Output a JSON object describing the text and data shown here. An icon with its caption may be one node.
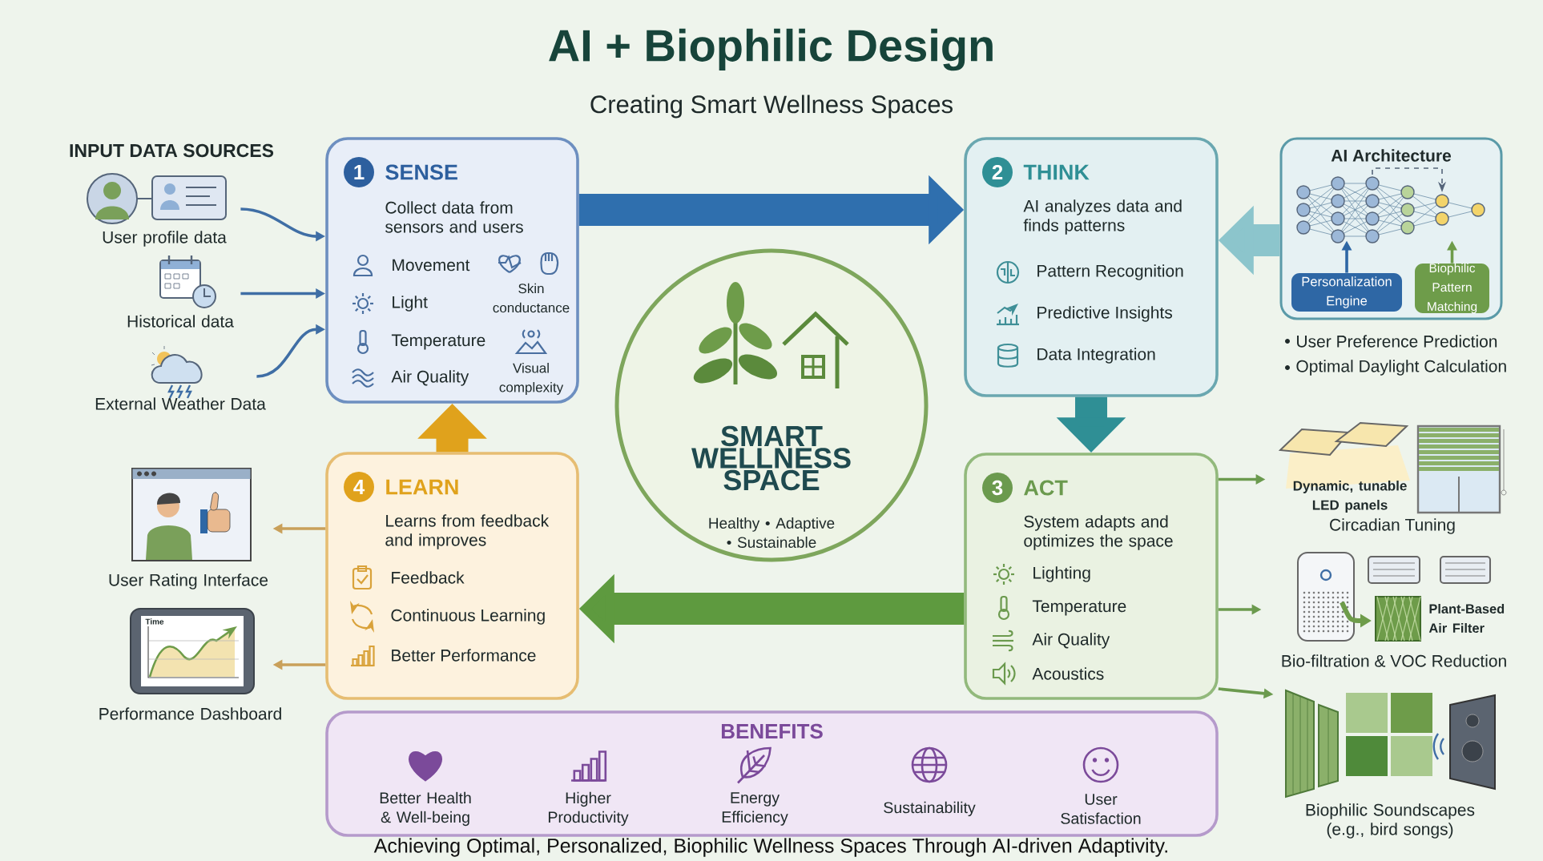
{
  "diagram": {
    "title": "AI + Biophilic Design",
    "caption": "Achieving Optimal, Personalized, Biophilic Wellness Spaces Through AI-driven Adaptivity.",
    "nodes": [
      {
        "text": [
          "User profile data"
        ]
      },
      {
        "text": [
          "Historical data"
        ]
      },
      {
        "text": [
          "External Weather Data"
        ]
      },
      {
        "text": [
          "1",
          "SENSE",
          "Collect data from sensors and users",
          "Movement",
          "Light",
          "Temperature",
          "Air Quality",
          "Skin conductance",
          "Visual complexity"
        ]
      },
      {
        "text": [
          "2",
          "THINK",
          "AI analyzes data and finds patterns",
          "Pattern Recognition",
          "Predictive Insights",
          "Data Integration"
        ]
      },
      {
        "text": [
          "AI Architecture"
        ]
      },
      {
        "text": [],
        "shape": "picture",
        "in": 5
      },
      {
        "text": [
          "Personalization Engine"
        ],
        "in": 5
      },
      {
        "text": [
          "Biophilic Pattern Matching"
        ],
        "in": 5
      },
      {
        "text": [
          "SMART WELLNESS SPACE",
          "Healthy • Adaptive • Sustainable"
        ]
      },
      {
        "text": [
          "User Rating Interface"
        ]
      },
      {
        "text": [
          "Performance Dashboard"
        ]
      },
      {
        "text": [
          "4",
          "LEARN",
          "Learns from feedback and improves",
          "Feedback",
          "Continuous Learning",
          "Better Performance"
        ]
      },
      {
        "text": [
          "3",
          "ACT",
          "System adapts and optimizes the space",
          "Lighting",
          "Temperature",
          "Air Quality",
          "Acoustics"
        ]
      },
      {
        "text": [
          "Dynamic, tunable LED panels",
          "Circadian Tuning"
        ]
      },
      {
        "text": [
          "Plant-Based Air Filter",
          "Bio-filtration & VOC Reduction"
        ]
      },
      {
        "text": [
          "Biophilic Soundscapes (e.g., bird songs)"
        ]
      },
      {
        "text": [
          "BENEFITS",
          "Better Health & Well-being",
          "Higher Productivity",
          "Energy Efficiency",
          "Sustainability",
          "User Satisfaction"
        ]
      }
    ],
    "edges": [
      {
        "from": 0,
        "to": 3,
        "arrow": "to",
        "color": "#3f6ea5"
      },
      {
        "from": 1,
        "to": 3,
        "arrow": "to",
        "color": "#3f6ea5"
      },
      {
        "from": 2,
        "to": 3,
        "arrow": "to",
        "color": "#3f6ea5"
      },
      {
        "from": 3,
        "to": 4,
        "arrow": "to",
        "style": "thick",
        "color": "#2f6fae"
      },
      {
        "from": 5,
        "to": 4,
        "arrow": "to",
        "style": "thick",
        "color": "#8cc5cc"
      },
      {
        "from": 7,
        "to": 6,
        "arrow": "to",
        "color": "#2e67a5"
      },
      {
        "from": 8,
        "to": 6,
        "arrow": "to",
        "color": "#6e9c4a"
      },
      {
        "from": 4,
        "to": 13,
        "arrow": "to",
        "style": "thick",
        "color": "#2f8f95"
      },
      {
        "from": 13,
        "to": 12,
        "arrow": "to",
        "style": "thick",
        "color": "#5e9a3f"
      },
      {
        "from": 12,
        "to": 3,
        "arrow": "to",
        "style": "thick",
        "color": "#e0a21c"
      },
      {
        "from": 12,
        "to": 10,
        "arrow": "to",
        "color": "#c9a05a"
      },
      {
        "from": 12,
        "to": 11,
        "arrow": "to",
        "color": "#c9a05a"
      },
      {
        "from": 13,
        "to": 14,
        "arrow": "to",
        "color": "#6b9a4e"
      },
      {
        "from": 13,
        "to": 15,
        "arrow": "to",
        "color": "#6b9a4e"
      },
      {
        "from": 13,
        "to": 16,
        "arrow": "to",
        "color": "#6b9a4e"
      }
    ],
    "labels": [
      "Creating Smart Wellness Spaces",
      "INPUT DATA SOURCES",
      "Time",
      "User Preference Prediction",
      "Optimal Daylight Calculation"
    ]
  }
}
